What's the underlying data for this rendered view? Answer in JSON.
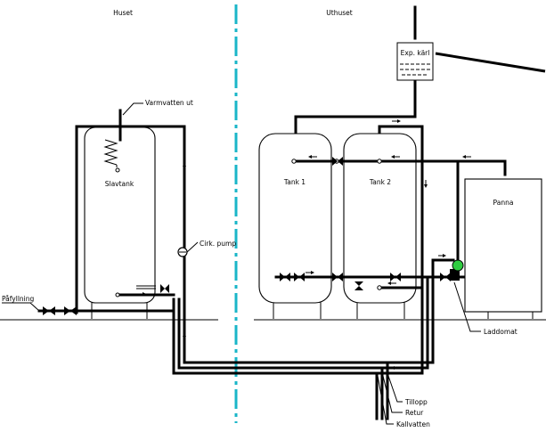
{
  "regions": {
    "left": "Huset",
    "right": "Uthuset"
  },
  "components": {
    "slavtank": "Slavtank",
    "tank1": "Tank 1",
    "tank2": "Tank 2",
    "panna": "Panna",
    "exp_karl": "Exp. kärl"
  },
  "labels": {
    "varmvatten_ut": "Varmvatten ut",
    "cirk_pump": "Cirk. pump",
    "pafyllning": "Påfyllning",
    "laddomat": "Laddomat",
    "tillopp": "Tillopp",
    "retur": "Retur",
    "kallvatten": "Kallvatten"
  },
  "colors": {
    "divider": "#19b6c8",
    "laddomat_pump": "#2ecc40"
  }
}
